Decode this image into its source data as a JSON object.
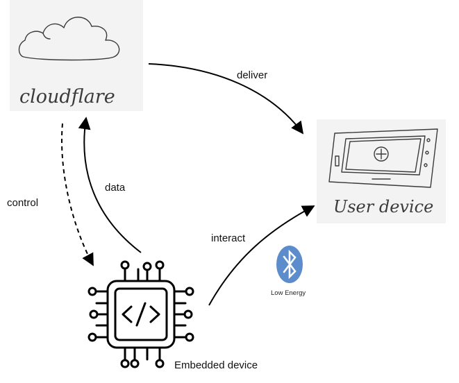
{
  "nodes": {
    "cloud": {
      "sketch_label": "cloudflare"
    },
    "user_device": {
      "sketch_label": "User device"
    },
    "embedded_device": {
      "label": "Embedded device"
    }
  },
  "edges": {
    "deliver": "deliver",
    "control": "control",
    "data": "data",
    "interact": "interact"
  },
  "bluetooth": {
    "icon": "bluetooth-icon",
    "caption": "Low Energy",
    "color": "#5c8ccc"
  },
  "colors": {
    "sketch_background": "#f3f3f3",
    "ink": "#000000"
  }
}
